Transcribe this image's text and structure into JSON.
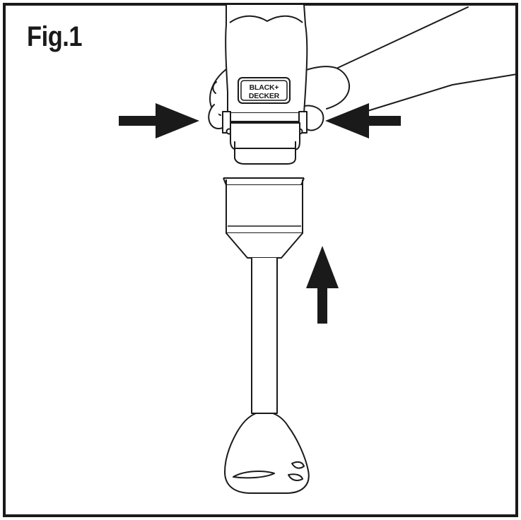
{
  "figure": {
    "label": "Fig.1"
  },
  "logo": {
    "line1": "BLACK+",
    "line2": "DECKER"
  },
  "colors": {
    "ink": "#1a1a1a",
    "paper": "#ffffff"
  }
}
